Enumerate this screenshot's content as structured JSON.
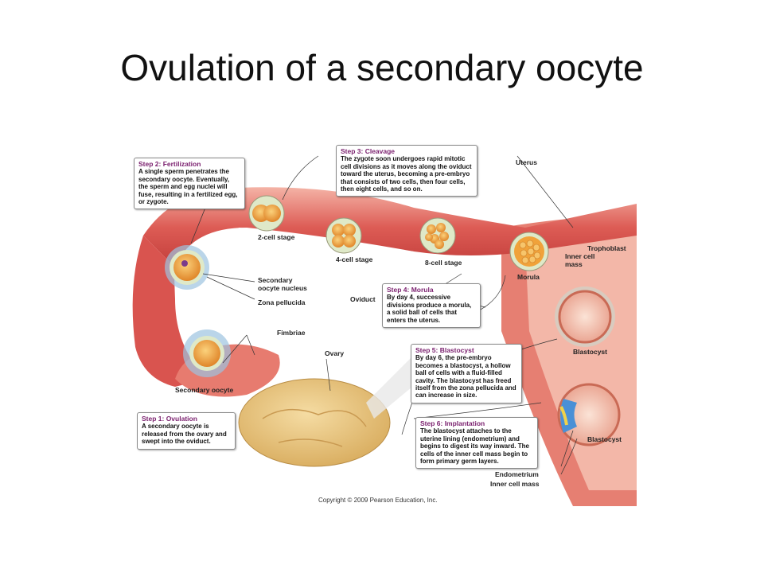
{
  "title": "Ovulation of a secondary oocyte",
  "callouts": {
    "fertilization": {
      "step": "Step 2: Fertilization",
      "text": "A single sperm penetrates the secondary oocyte. Eventually, the sperm and egg nuclei will fuse, resulting in a fertilized egg, or zygote."
    },
    "cleavage": {
      "step": "Step 3: Cleavage",
      "text": "The zygote soon undergoes rapid mitotic cell divisions as it moves along the oviduct toward the uterus, becoming a pre-embryo that consists of two cells, then four cells, then eight cells, and so on."
    },
    "morula": {
      "step": "Step 4: Morula",
      "text": "By day 4, successive divisions produce a morula, a solid ball of cells that enters the uterus."
    },
    "blastocyst": {
      "step": "Step 5: Blastocyst",
      "text": "By day 6, the pre-embryo becomes a blastocyst, a hollow ball of cells with a fluid-filled cavity. The blastocyst has freed itself from the zona pellucida and can increase in size."
    },
    "ovulation": {
      "step": "Step 1: Ovulation",
      "text": "A secondary oocyte is released from the ovary and swept into the oviduct."
    },
    "implantation": {
      "step": "Step 6: Implantation",
      "text": "The blastocyst attaches to the uterine lining (endometrium) and begins to digest its way inward. The cells of the inner cell mass begin to form primary germ layers."
    }
  },
  "labels": {
    "uterus": "Uterus",
    "two_cell": "2-cell stage",
    "four_cell": "4-cell stage",
    "eight_cell": "8-cell stage",
    "morula": "Morula",
    "trophoblast": "Trophoblast",
    "inner_cell_mass_top": "Inner cell mass",
    "secondary_oocyte_nucleus": "Secondary oocyte nucleus",
    "zona_pellucida": "Zona pellucida",
    "oviduct": "Oviduct",
    "fimbriae": "Fimbriae",
    "ovary": "Ovary",
    "secondary_oocyte": "Secondary oocyte",
    "blastocyst_top": "Blastocyst",
    "blastocyst_bottom": "Blastocyst",
    "endometrium": "Endometrium",
    "inner_cell_mass_bottom": "Inner cell mass"
  },
  "copyright": "Copyright © 2009 Pearson Education, Inc.",
  "colors": {
    "tissue": "#d9544f",
    "tissue_light": "#ef9a8c",
    "ovary": "#e8c47a",
    "cell": "#f2a23a",
    "zona": "#dfe9c8",
    "step_heading": "#7a1f6e"
  }
}
